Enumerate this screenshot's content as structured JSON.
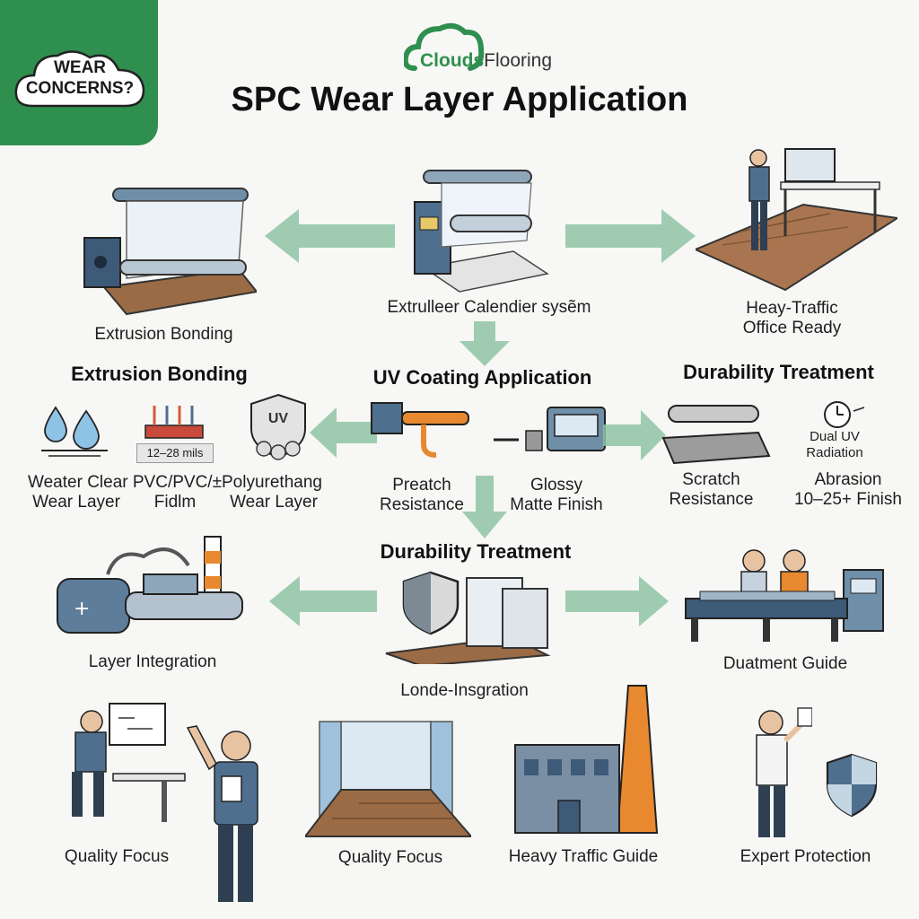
{
  "badge": {
    "line1": "WEAR",
    "line2": "CONCERNS?"
  },
  "logo": {
    "brand_bold": "Clouds",
    "brand_rest": "Flooring"
  },
  "title": "SPC Wear Layer Application",
  "row1": {
    "left_label": "Extrusion Bonding",
    "center_label": "Extrulleer Calendier sysẽm",
    "right_label_1": "Heay-Traffic",
    "right_label_2": "Office Ready"
  },
  "headers": {
    "left": "Extrusion Bonding",
    "center": "UV Coating Application",
    "right": "Durability Treatment",
    "mid": "Durability Treatment"
  },
  "row2": {
    "mils": "12–28 mils",
    "uv_shield": "UV",
    "labels_left_line1": "Weater Clear PVC/PVC/±Polyurethang",
    "labels_left_line2a": "Wear Layer",
    "labels_left_line2b": "Fidlm",
    "labels_left_line2c": "Wear Layer",
    "preatch_1": "Preatch",
    "preatch_2": "Resistance",
    "glossy_1": "Glossy",
    "glossy_2": "Matte Finish",
    "scratch_1": "Scratch",
    "scratch_2": "Resistance",
    "dual_1": "Dual UV",
    "dual_2": "Radiation",
    "abrasion_1": "Abrasion",
    "abrasion_2": "10–25+ Finish"
  },
  "row3": {
    "layer_integration": "Layer Integration",
    "londe": "Londe-Insgration",
    "duatment": "Duatment Guide"
  },
  "row4": {
    "quality_1": "Quality Focus",
    "quality_2": "Quality Focus",
    "heavy": "Heavy Traffic Guide",
    "expert": "Expert Protection"
  },
  "colors": {
    "brand_green": "#2f8f4e",
    "arrow_green": "#8fc4a3",
    "steel_blue": "#4f6f8f",
    "wood": "#9a6b45",
    "orange": "#e8892f"
  }
}
